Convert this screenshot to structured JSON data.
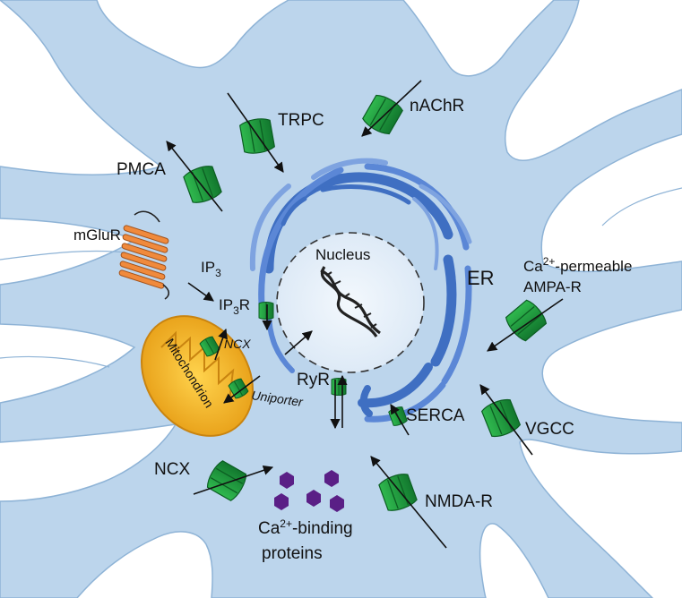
{
  "colors": {
    "cytoplasm": "#bcd5ec",
    "membrane_edge": "#8eb3d6",
    "nucleus_fill": "#e9f1fa",
    "er_dark": "#3f6fc2",
    "er_light": "#7ea3e0",
    "channel_green": "#1f9e3c",
    "channel_dark": "#0c5e22",
    "mito_outer": "#f0b323",
    "mito_inner": "#ffd966",
    "receptor_orange": "#f08a3c",
    "binding_protein": "#5a1f86"
  },
  "labels": {
    "nucleus": "Nucleus",
    "er": "ER",
    "trpc": "TRPC",
    "nachr": "nAChR",
    "pmca": "PMCA",
    "mglur": "mGluR",
    "ip3_main": "IP",
    "ip3_sub": "3",
    "ip3r_main": "IP",
    "ip3r_sub": "3",
    "ip3r_tail": "R",
    "ca_ampa_1": "Ca",
    "ca_ampa_sup": "2+",
    "ca_ampa_2": "-permeable",
    "ca_ampa_3": "AMPA-R",
    "ncx_mito": "NCX",
    "mitochondrion": "Mitochondrion",
    "uniporter": "Uniporter",
    "ryr": "RyR",
    "serca": "SERCA",
    "vgcc": "VGCC",
    "ncx_membrane": "NCX",
    "nmda": "NMDA-R",
    "ca_binding_1": "Ca",
    "ca_binding_sup": "2+",
    "ca_binding_2": "-binding",
    "ca_binding_3": "proteins"
  },
  "icons": {
    "channel": "transmembrane-channel-icon",
    "dna": "dna-helix-icon",
    "receptor": "gpcr-helix-icon",
    "protein": "binding-protein-icon"
  }
}
